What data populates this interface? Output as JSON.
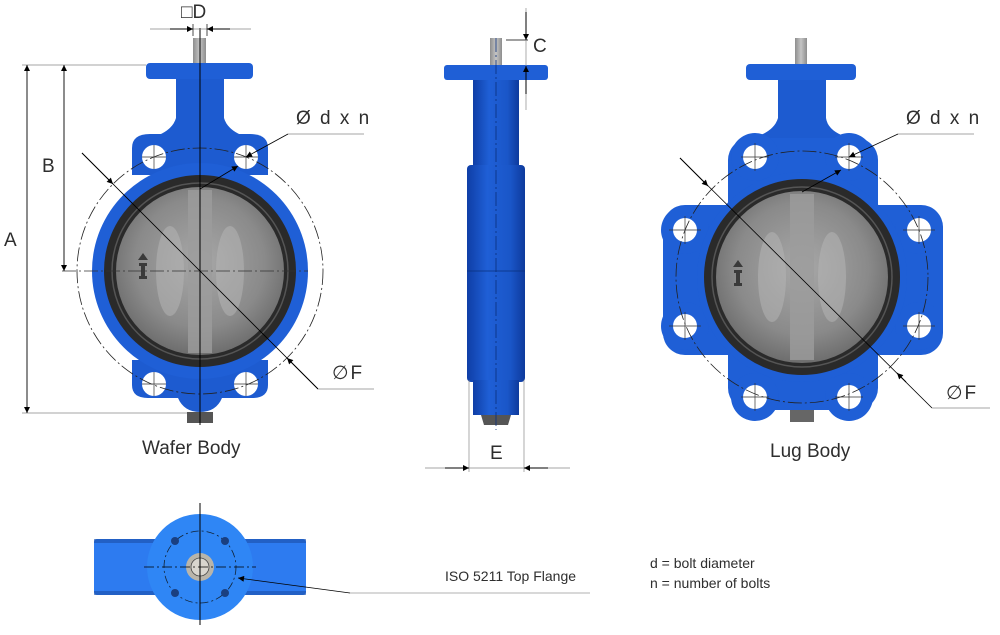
{
  "diagram": {
    "subject": "Butterfly valve dimension drawing",
    "colors": {
      "body_blue": "#1f5fd6",
      "body_blue_dark": "#0e3fa8",
      "top_view_blue": "#2d7bf0",
      "liner_black": "#2a2a2a",
      "disc_grey": "#8c8c8c",
      "stem_grey": "#a9a9a9",
      "dimension_line": "#000000",
      "leader_line": "#9a9a9a"
    },
    "views": {
      "wafer": {
        "caption": "Wafer Body",
        "dimensions": {
          "A": "A",
          "B": "B",
          "D": "□D",
          "bolt": "Ø d x n",
          "F": "∅F"
        }
      },
      "side": {
        "dimensions": {
          "C": "C",
          "E": "E"
        }
      },
      "lug": {
        "caption": "Lug Body",
        "dimensions": {
          "bolt": "Ø d x n",
          "F": "∅F"
        }
      },
      "top": {
        "callout": "ISO 5211 Top Flange"
      }
    },
    "legend": [
      "d = bolt diameter",
      "n = number of bolts"
    ]
  }
}
